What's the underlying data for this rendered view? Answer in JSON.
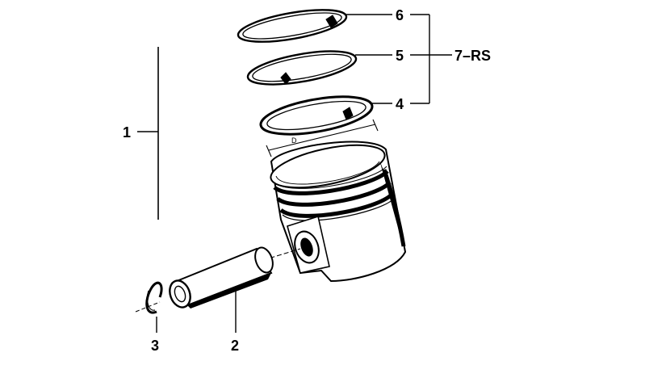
{
  "callouts": {
    "piston_assembly": "1",
    "piston_pin": "2",
    "circlip": "3",
    "ring_4": "4",
    "ring_5": "5",
    "ring_6": "6",
    "ring_set": "7–RS"
  },
  "dimension": {
    "diameter_label": "D"
  }
}
